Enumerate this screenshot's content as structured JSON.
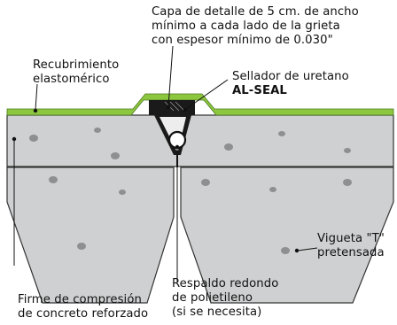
{
  "labels": {
    "detail_layer": "Capa de detalle de 5 cm. de ancho\nmínimo a cada lado de la grieta\ncon espesor mínimo de 0.030\"",
    "elastomeric_coating": "Recubrimiento\nelastomérico",
    "urethane_sealant": "Sellador de uretano",
    "product_name": "AL-SEAL",
    "tee_joist": "Vigueta \"T\"\npretensada",
    "compression_topping": "Firme de compresión\nde concreto reforzado",
    "backer_rod": "Respaldo redondo\nde polietileno\n(si se necesita)"
  },
  "colors": {
    "coating_green": "#8dc63f",
    "concrete_gray": "#cfd0d1",
    "stone_gray": "#8e8f91",
    "outline": "#111111",
    "sealant_black": "#1a1a1a"
  }
}
